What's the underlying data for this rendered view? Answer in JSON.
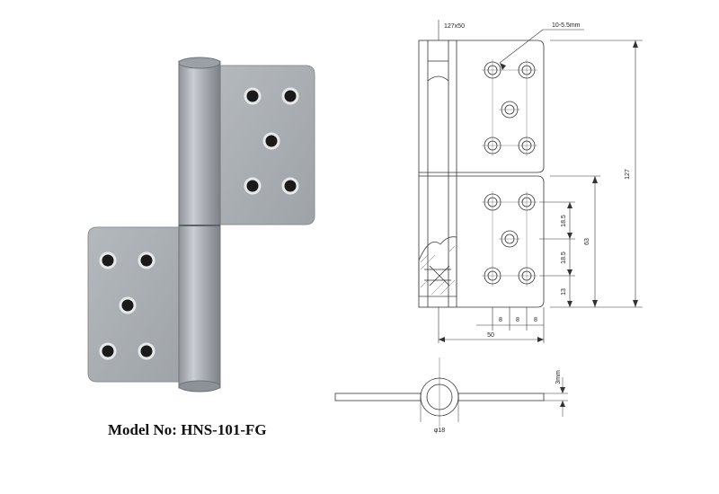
{
  "caption": {
    "label": "Model No:",
    "model": "HNS-101-FG"
  },
  "drawing": {
    "size_label": "127x50",
    "hole_callout": "10-5.5mm",
    "dims": {
      "total_height": "127",
      "lower_span": "63",
      "spacing_a": "18.5",
      "spacing_b": "18.5",
      "bottom_offset": "13",
      "hole_gap_1": "8",
      "hole_gap_2": "8",
      "hole_gap_3": "8",
      "leaf_width": "50",
      "thickness": "3mm",
      "knuckle_diameter": "φ18"
    }
  }
}
